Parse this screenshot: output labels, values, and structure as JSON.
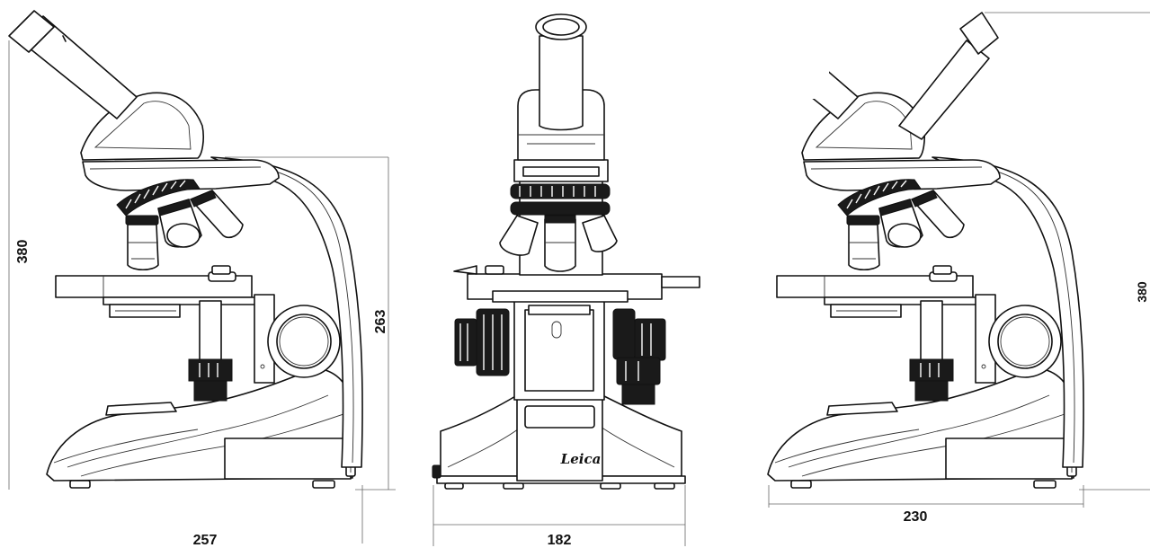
{
  "views": [
    {
      "name": "side-view-left",
      "dimensions": {
        "height_total": "380",
        "height_pillar": "263",
        "width": "257"
      }
    },
    {
      "name": "front-view",
      "dimensions": {
        "width": "182"
      }
    },
    {
      "name": "side-view-right",
      "dimensions": {
        "height_total": "380",
        "width": "230"
      }
    }
  ],
  "brand": {
    "logo_text": "Leica"
  },
  "colors": {
    "line": "#111111",
    "dimension_line": "#666666",
    "background": "#ffffff"
  }
}
